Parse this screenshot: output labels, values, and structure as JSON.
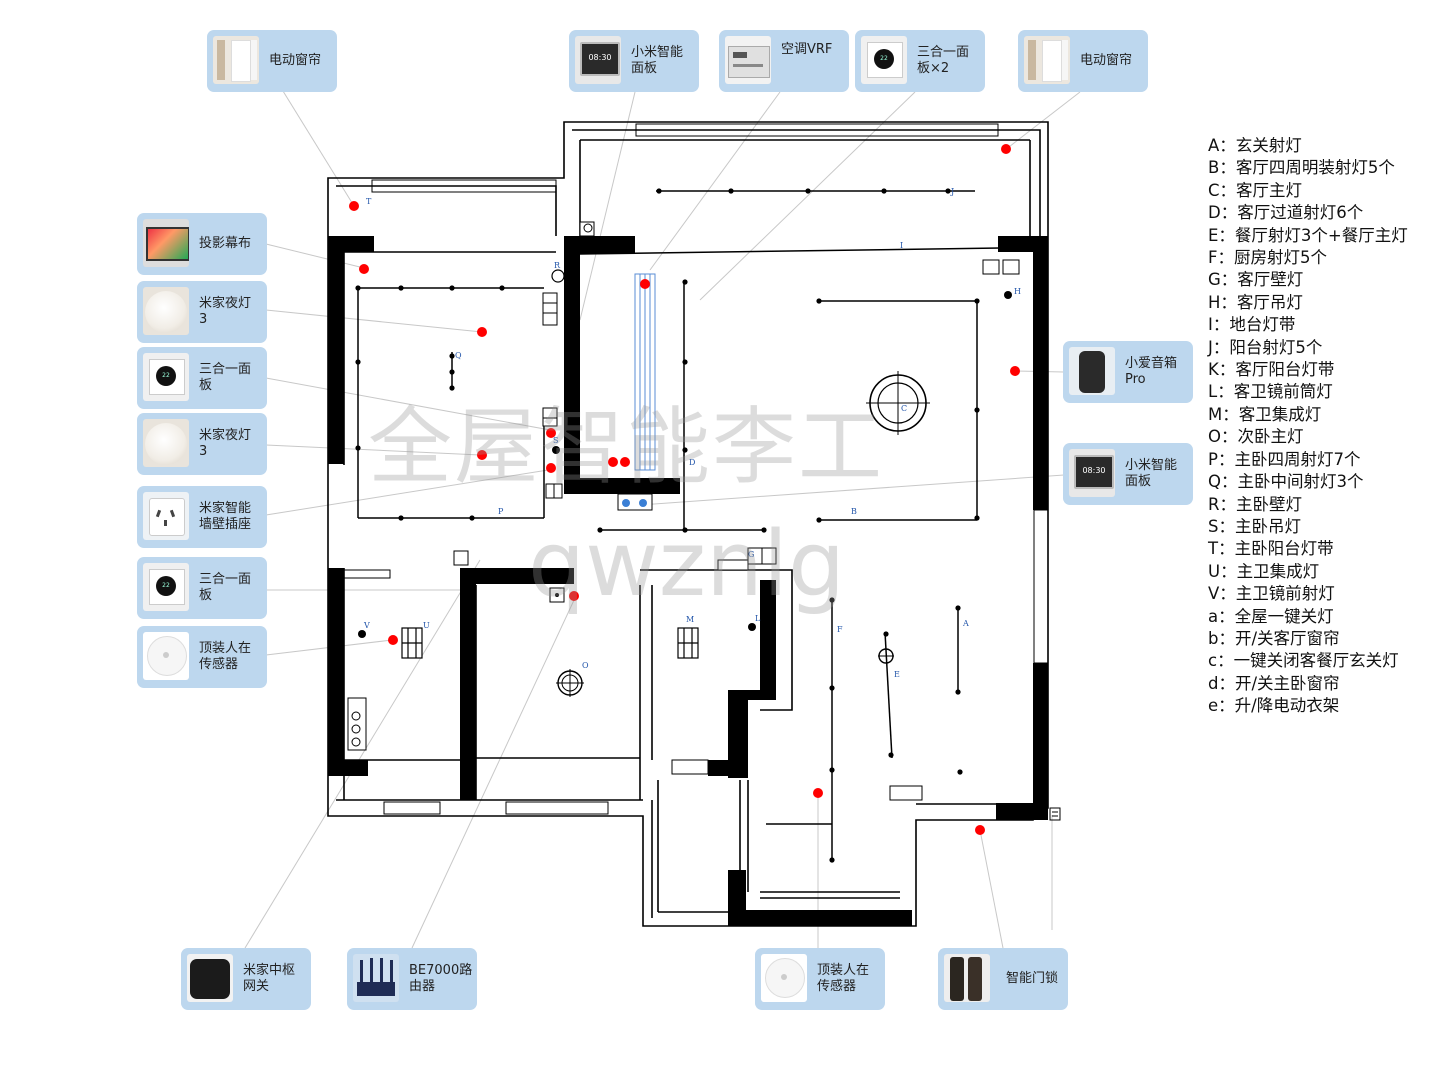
{
  "cards": {
    "c1": "电动窗帘",
    "c2": "小米智能\n面板",
    "c3": "空调VRF",
    "c4": "三合一面\n板×2",
    "c5": "电动窗帘",
    "c6": "投影幕布",
    "c7": "米家夜灯\n3",
    "c8": "三合一面\n板",
    "c9": "米家夜灯\n3",
    "c10": "米家智能\n墙壁插座",
    "c11": "三合一面\n板",
    "c12": "顶装人在\n传感器",
    "c13": "小爱音箱\nPro",
    "c14": "小米智能\n面板",
    "c15": "米家中枢\n网关",
    "c16": "BE7000路\n由器",
    "c17": "顶装人在\n传感器",
    "c18": "智能门锁"
  },
  "screen_time": "08:30",
  "dial_value": "22",
  "legend": [
    "A：玄关射灯",
    "B：客厅四周明装射灯5个",
    "C：客厅主灯",
    "D：客厅过道射灯6个",
    "E：餐厅射灯3个+餐厅主灯",
    "F：厨房射灯5个",
    "G：客厅壁灯",
    "H：客厅吊灯",
    "I：地台灯带",
    "J：阳台射灯5个",
    "K：客厅阳台灯带",
    "L：客卫镜前筒灯",
    "M：客卫集成灯",
    "O：次卧主灯",
    "P：主卧四周射灯7个",
    "Q：主卧中间射灯3个",
    "R：主卧壁灯",
    "S：主卧吊灯",
    "T：主卧阳台灯带",
    "U：主卫集成灯",
    "V：主卫镜前射灯",
    "a：全屋一键关灯",
    "b：开/关客厅窗帘",
    "c：一键关闭客餐厅玄关灯",
    "d：开/关主卧窗帘",
    "e：升/降电动衣架"
  ],
  "plan_labels": {
    "T": "T",
    "I": "I",
    "J": "J",
    "H": "H",
    "R": "R",
    "Q": "Q",
    "S": "S",
    "P": "P",
    "D": "D",
    "C": "C",
    "B": "B",
    "G": "G",
    "V": "V",
    "U": "U",
    "O": "O",
    "M": "M",
    "L": "L",
    "F": "F",
    "A": "A",
    "E": "E"
  },
  "watermark": {
    "cn": "全屋智能李工",
    "en": "qwznlg"
  },
  "colors": {
    "card": "#bdd7ee",
    "wall": "#000000",
    "marker": "#ff0000",
    "switch": "#3a7fd5"
  }
}
